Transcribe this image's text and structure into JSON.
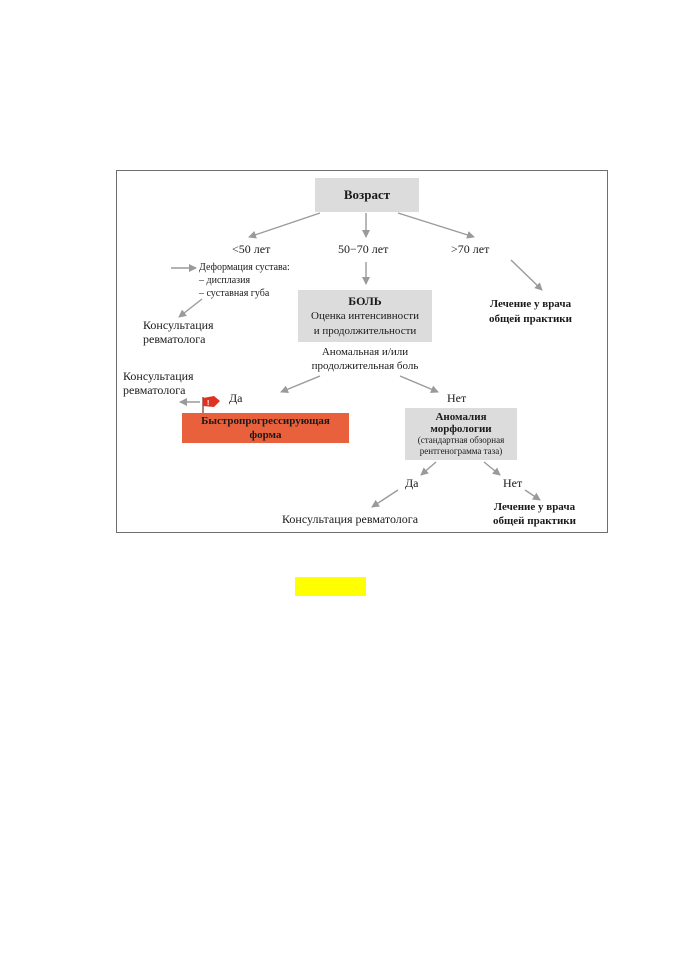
{
  "diagram": {
    "age_node": "Возраст",
    "age_under_50": "<50 лет",
    "age_50_70": "50−70 лет",
    "age_over_70": ">70 лет",
    "deformation": {
      "title": "Деформация сустава:",
      "item1": "– дисплазия",
      "item2": "– суставная губа"
    },
    "consult_left": {
      "line1": "Консультация",
      "line2": "ревматолога"
    },
    "pain_node": {
      "title": "БОЛЬ",
      "line1": "Оценка интенсивности",
      "line2": "и продолжительности"
    },
    "gp_right": {
      "line1": "Лечение у врача",
      "line2": "общей практики"
    },
    "abnormal_pain": {
      "line1": "Аномальная и/или",
      "line2": "продолжительная боль"
    },
    "consult_upper": {
      "line1": "Консультация",
      "line2": "ревматолога"
    },
    "yes_1": "Да",
    "no_1": "Нет",
    "rapid_form": {
      "line1": "Быстропрогрессирующая",
      "line2": "форма"
    },
    "morph_node": {
      "line1": "Аномалия",
      "line2": "морфологии",
      "line3": "(стандартная обзорная",
      "line4": "рентгенограмма таза)"
    },
    "yes_2": "Да",
    "no_2": "Нет",
    "consult_bottom": "Консультация ревматолога",
    "gp_bottom": {
      "line1": "Лечение у врача",
      "line2": "общей практики"
    },
    "colors": {
      "box": "#dcdcdc",
      "rapid": "#e8613c",
      "flag": "#e0311f",
      "arrow": "#9a9a9a",
      "highlight": "#ffff00"
    }
  }
}
